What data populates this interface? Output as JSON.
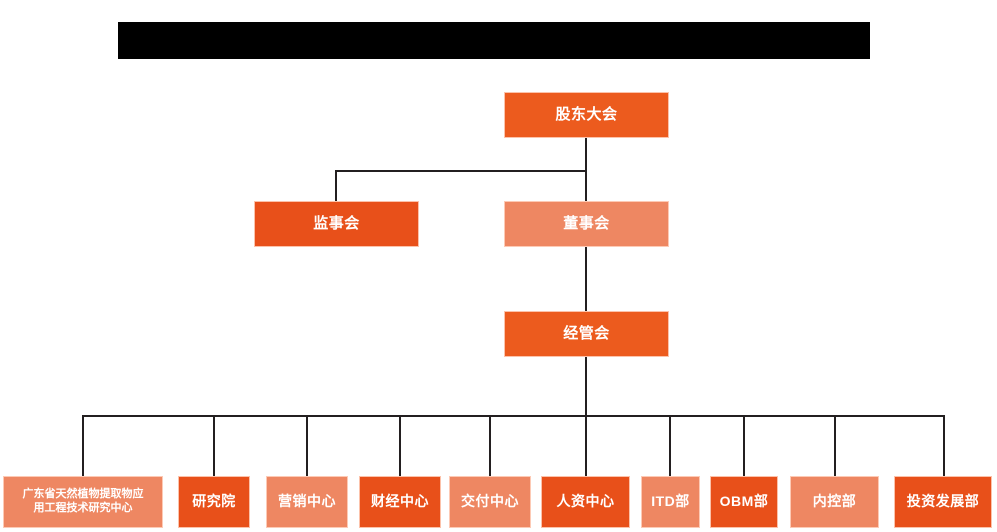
{
  "document": {
    "kind": "organization-chart",
    "banner": {
      "name": "redacted-title-bar",
      "text": ""
    }
  },
  "colors": {
    "bright_orange": "#EC5B1E",
    "deep_orange": "#E8501A",
    "light_salmon": "#EE8762",
    "connector": "#231F20",
    "redaction": "#000000",
    "page_background": "#FFFFFF",
    "node_text": "#FFFFFF"
  },
  "chart_data": {
    "type": "diagram",
    "title": "",
    "orientation": "top-down",
    "levels": [
      {
        "level": 1,
        "nodes": [
          {
            "id": "shareholders",
            "label": "股东大会",
            "tone": "bright"
          }
        ]
      },
      {
        "level": 2,
        "nodes": [
          {
            "id": "supervisors",
            "label": "监事会",
            "tone": "deep"
          },
          {
            "id": "directors",
            "label": "董事会",
            "tone": "light"
          }
        ]
      },
      {
        "level": 3,
        "nodes": [
          {
            "id": "management",
            "label": "经管会",
            "tone": "bright"
          }
        ]
      },
      {
        "level": 4,
        "nodes": [
          {
            "id": "research-center",
            "label": "广东省天然植物提取物应\n用工程技术研究中心",
            "tone": "light"
          },
          {
            "id": "institute",
            "label": "研究院",
            "tone": "deep"
          },
          {
            "id": "marketing-center",
            "label": "营销中心",
            "tone": "light"
          },
          {
            "id": "finance-center",
            "label": "财经中心",
            "tone": "deep"
          },
          {
            "id": "delivery-center",
            "label": "交付中心",
            "tone": "light"
          },
          {
            "id": "hr-center",
            "label": "人资中心",
            "tone": "deep"
          },
          {
            "id": "itd-department",
            "label": "ITD部",
            "tone": "light"
          },
          {
            "id": "obm-department",
            "label": "OBM部",
            "tone": "deep"
          },
          {
            "id": "internal-control",
            "label": "内控部",
            "tone": "light"
          },
          {
            "id": "investment-development",
            "label": "投资发展部",
            "tone": "deep"
          }
        ]
      }
    ],
    "edges": [
      {
        "from": "shareholders",
        "to": "supervisors"
      },
      {
        "from": "shareholders",
        "to": "directors"
      },
      {
        "from": "directors",
        "to": "management"
      },
      {
        "from": "management",
        "to": "research-center"
      },
      {
        "from": "management",
        "to": "institute"
      },
      {
        "from": "management",
        "to": "marketing-center"
      },
      {
        "from": "management",
        "to": "finance-center"
      },
      {
        "from": "management",
        "to": "delivery-center"
      },
      {
        "from": "management",
        "to": "hr-center"
      },
      {
        "from": "management",
        "to": "itd-department"
      },
      {
        "from": "management",
        "to": "obm-department"
      },
      {
        "from": "management",
        "to": "internal-control"
      },
      {
        "from": "management",
        "to": "investment-development"
      }
    ]
  },
  "nodes": {
    "shareholders": {
      "label": "股东大会"
    },
    "supervisors": {
      "label": "监事会"
    },
    "directors": {
      "label": "董事会"
    },
    "management": {
      "label": "经管会"
    },
    "research_center_line1": {
      "label": "广东省天然植物提取物应"
    },
    "research_center_line2": {
      "label": "用工程技术研究中心"
    },
    "institute": {
      "label": "研究院"
    },
    "marketing_center": {
      "label": "营销中心"
    },
    "finance_center": {
      "label": "财经中心"
    },
    "delivery_center": {
      "label": "交付中心"
    },
    "hr_center": {
      "label": "人资中心"
    },
    "itd_department": {
      "label": "ITD部"
    },
    "obm_department": {
      "label": "OBM部"
    },
    "internal_control": {
      "label": "内控部"
    },
    "investment_development": {
      "label": "投资发展部"
    }
  }
}
